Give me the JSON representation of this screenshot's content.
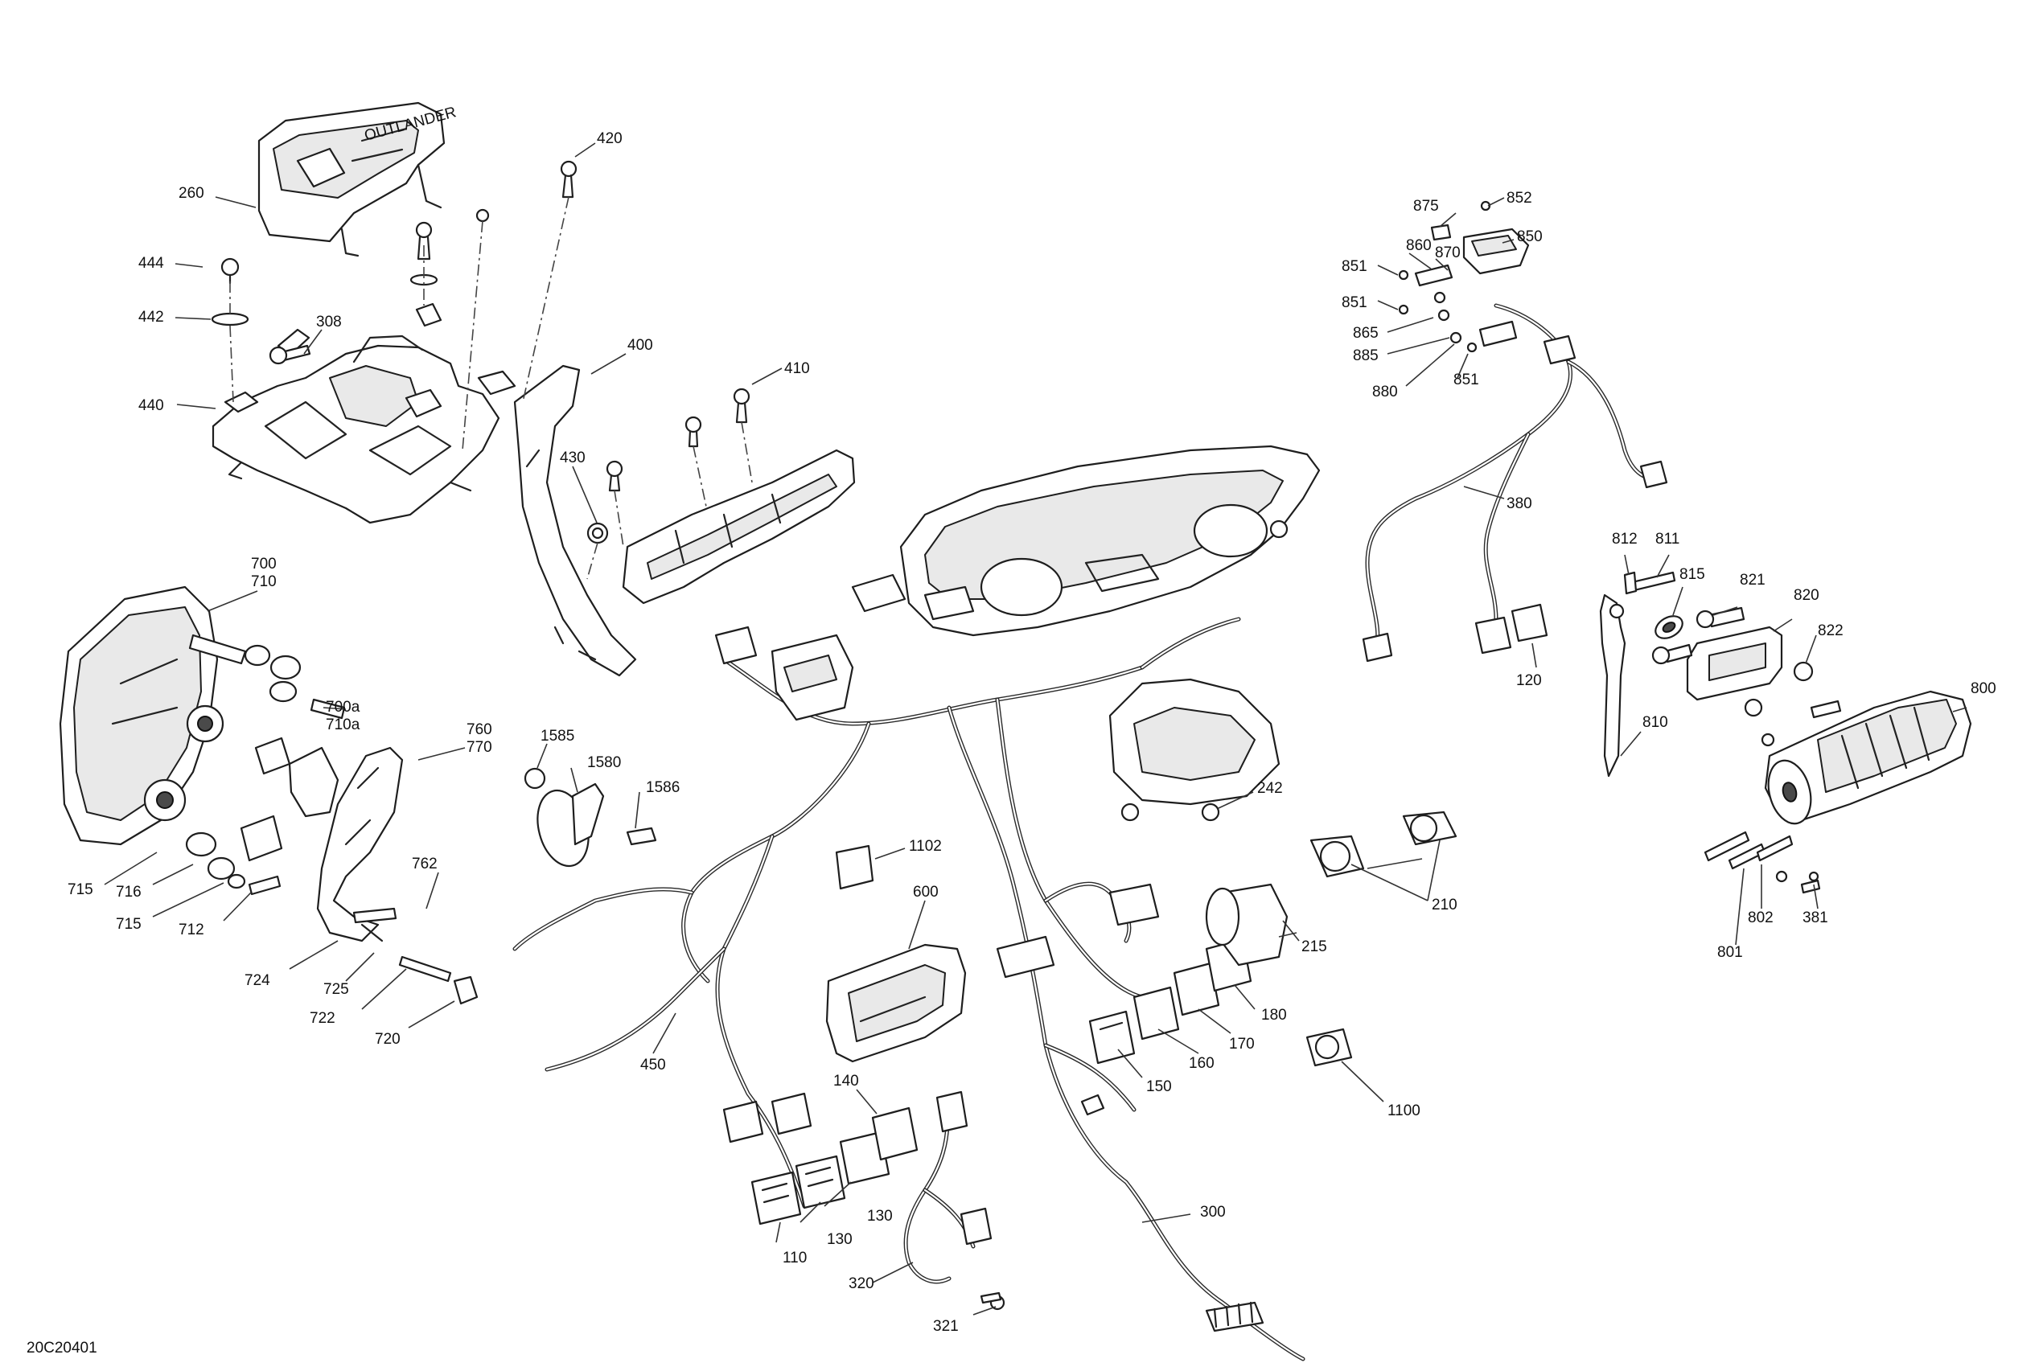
{
  "diagram_code": "20C20401",
  "cover_logo_text": "OUTLANDER",
  "callouts": {
    "c260": "260",
    "c444": "444",
    "c442": "442",
    "c440": "440",
    "c308": "308",
    "c420": "420",
    "c400": "400",
    "c410": "410",
    "c430": "430",
    "c700": "700",
    "c710": "710",
    "c700a": "700a",
    "c710a": "710a",
    "c760": "760",
    "c770": "770",
    "c762": "762",
    "c715a": "715",
    "c716": "716",
    "c715b": "715",
    "c712": "712",
    "c724": "724",
    "c725": "725",
    "c722": "722",
    "c720": "720",
    "c1585": "1585",
    "c1580": "1580",
    "c1586": "1586",
    "c1102": "1102",
    "c600": "600",
    "c450": "450",
    "c140": "140",
    "c130a": "130",
    "c130b": "130",
    "c110": "110",
    "c320": "320",
    "c321": "321",
    "c300": "300",
    "c150": "150",
    "c160": "160",
    "c170": "170",
    "c180": "180",
    "c215": "215",
    "c210": "210",
    "c1100": "1100",
    "c242": "242",
    "c875": "875",
    "c852": "852",
    "c850": "850",
    "c860": "860",
    "c870": "870",
    "c851a": "851",
    "c851b": "851",
    "c851c": "851",
    "c865": "865",
    "c885": "885",
    "c880": "880",
    "c380": "380",
    "c120": "120",
    "c812": "812",
    "c811": "811",
    "c815": "815",
    "c821": "821",
    "c820": "820",
    "c822": "822",
    "c810": "810",
    "c800": "800",
    "c801": "801",
    "c802": "802",
    "c381": "381"
  }
}
